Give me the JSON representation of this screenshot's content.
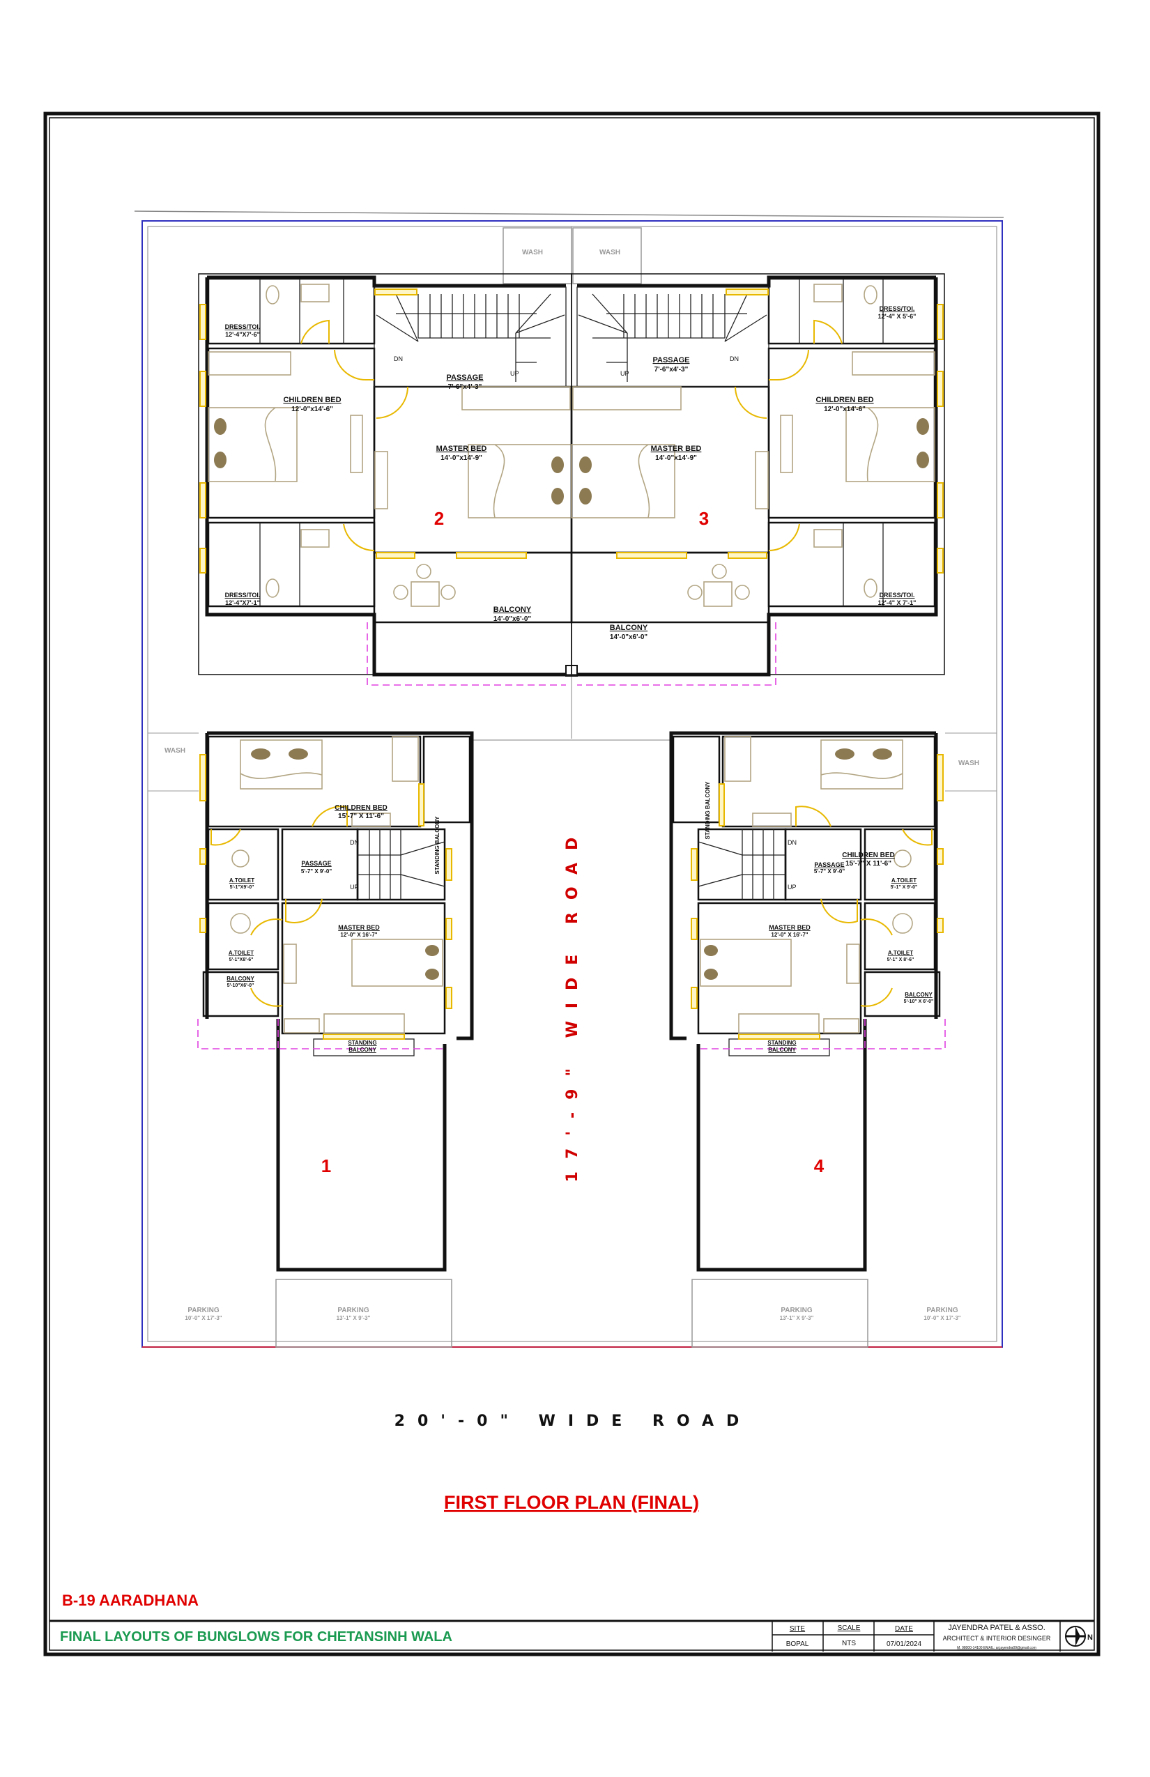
{
  "sheet": {
    "title": "FIRST FLOOR PLAN (FINAL)",
    "project": "B-19 AARADHANA",
    "subtitle": "FINAL LAYOUTS OF  BUNGLOWS FOR CHETANSINH WALA",
    "road_bottom": "20'-0\" WIDE ROAD",
    "road_center": "17'-9\" WIDE ROAD"
  },
  "title_block": {
    "site_label": "SITE",
    "site_value": "BOPAL",
    "scale_label": "SCALE",
    "scale_value": "NTS",
    "date_label": "DATE",
    "date_value": "07/01/2024",
    "firm": "JAYENDRA PATEL & ASSO.",
    "firm_role": "ARCHITECT & INTERIOR DESINGER",
    "firm_contact": "M. 98000-14100 EMAIL: ar.jayendra09@gmail.com",
    "north": "N"
  },
  "common": {
    "wash": "WASH",
    "dn": "DN",
    "up": "UP"
  },
  "units": {
    "u2": {
      "number": "2",
      "dress_top": {
        "name": "DRESS/TOI.",
        "size": "12'-4\"X7'-6\""
      },
      "children": {
        "name": "CHILDREN BED",
        "size": "12'-0\"x14'-6\""
      },
      "passage": {
        "name": "PASSAGE",
        "size": "7'-6\"x4'-3\""
      },
      "master": {
        "name": "MASTER BED",
        "size": "14'-0\"x14'-9\""
      },
      "dress_bottom": {
        "name": "DRESS/TOI.",
        "size": "12'-4\"X7'-1\""
      },
      "balcony": {
        "name": "BALCONY",
        "size": "14'-0\"x6'-0\""
      }
    },
    "u3": {
      "number": "3",
      "dress_top": {
        "name": "DRESS/TOI.",
        "size": "12'-4\" X 5'-6\""
      },
      "children": {
        "name": "CHILDREN BED",
        "size": "12'-0\"x14'-6\""
      },
      "passage": {
        "name": "PASSAGE",
        "size": "7'-6\"x4'-3\""
      },
      "master": {
        "name": "MASTER BED",
        "size": "14'-0\"x14'-9\""
      },
      "dress_bottom": {
        "name": "DRESS/TOI.",
        "size": "12'-4\" X 7'-1\""
      },
      "balcony": {
        "name": "BALCONY",
        "size": "14'-0\"x6'-0\""
      }
    },
    "u1": {
      "number": "1",
      "children": {
        "name": "CHILDREN BED",
        "size": "15'-7\" X 11'-6\""
      },
      "standing_side": "STANDING BALCONY",
      "passage": {
        "name": "PASSAGE",
        "size": "5'-7\" X 9'-0\""
      },
      "toilet_a": {
        "name": "A.TOILET",
        "size": "5'-1\"X9'-0\""
      },
      "toilet_b": {
        "name": "A.TOILET",
        "size": "5'-1\"X8'-6\""
      },
      "balcony": {
        "name": "BALCONY",
        "size": "5'-10\"X6'-0\""
      },
      "master": {
        "name": "MASTER BED",
        "size": "12'-0\" X 16'-7\""
      },
      "standing_front": {
        "l1": "STANDING",
        "l2": "BALCONY"
      },
      "parking_a": {
        "name": "PARKING",
        "size": "10'-0\" X 17'-3\""
      },
      "parking_b": {
        "name": "PARKING",
        "size": "13'-1\" X 9'-3\""
      }
    },
    "u4": {
      "number": "4",
      "children": {
        "name": "CHILDREN BED",
        "size": "15'-7\" X 11'-6\""
      },
      "standing_side": "STANDING BALCONY",
      "passage": {
        "name": "PASSAGE",
        "size": "5'-7\" X 9'-0\""
      },
      "toilet_a": {
        "name": "A.TOILET",
        "size": "5'-1\" X 9'-0\""
      },
      "toilet_b": {
        "name": "A.TOILET",
        "size": "5'-1\" X 8'-6\""
      },
      "balcony": {
        "name": "BALCONY",
        "size": "5'-10\" X 6'-0\""
      },
      "master": {
        "name": "MASTER BED",
        "size": "12'-0\" X 16'-7\""
      },
      "standing_front": {
        "l1": "STANDING",
        "l2": "BALCONY"
      },
      "parking_a": {
        "name": "PARKING",
        "size": "13'-1\" X 9'-3\""
      },
      "parking_b": {
        "name": "PARKING",
        "size": "10'-0\" X 17'-3\""
      }
    }
  },
  "colors": {
    "accent": "#e00000",
    "green": "#1a9a50",
    "window": "#e8b800",
    "furniture": "#b2a583",
    "setback": "#e040e0",
    "plot": "#3030c0"
  }
}
